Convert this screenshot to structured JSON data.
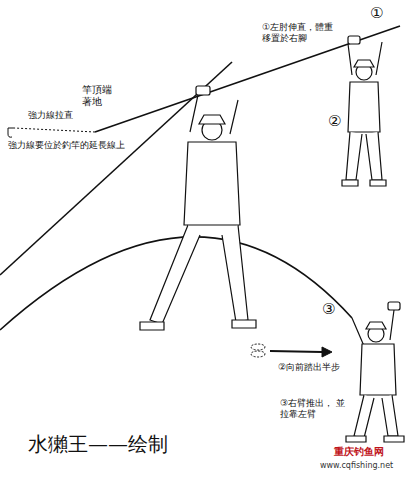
{
  "diagram": {
    "labels": [
      "①",
      "①左肘伸直，體重 移置於右腳",
      "竿頂端 著地",
      "強力線拉直",
      "強力線要位於釣竿的延長線上",
      "②",
      "②向前踏出半步",
      "③",
      "③右臂推出， 並拉靠左臂",
      "水獺王——绘制",
      "重庆钓鱼网",
      "www.cqfishing.net"
    ]
  }
}
